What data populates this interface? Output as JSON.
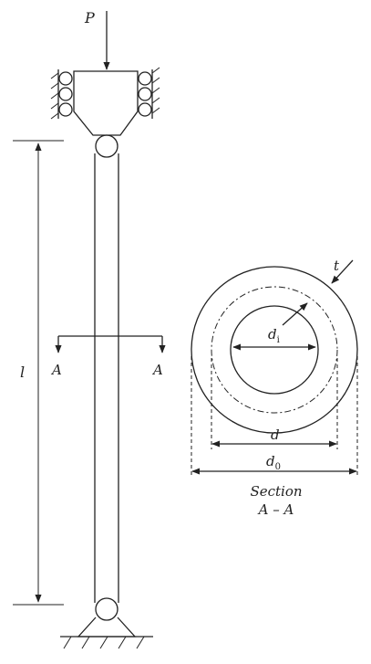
{
  "labels": {
    "load": "P",
    "length": "l",
    "cut_left": "A",
    "cut_right": "A",
    "thickness": "t",
    "inner_diameter_main": "d",
    "inner_diameter_sub": "i",
    "mean_diameter": "d",
    "outer_diameter_main": "d",
    "outer_diameter_sub": "0",
    "section_title": "Section",
    "section_name": "A – A"
  }
}
